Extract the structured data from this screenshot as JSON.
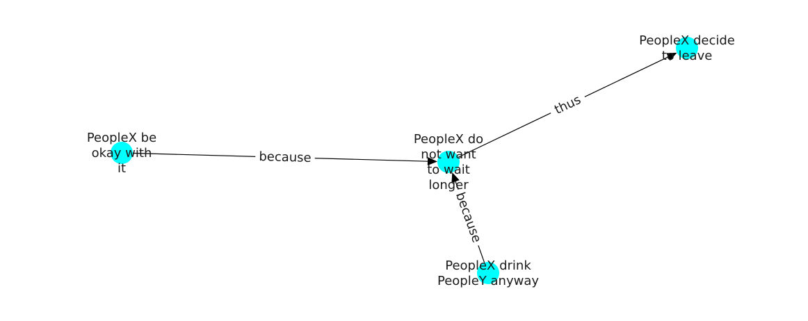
{
  "colors": {
    "node_fill": "#00ffff",
    "edge": "#000000",
    "text": "#1a1a1a"
  },
  "nodes": [
    {
      "id": "okay",
      "lines": [
        "PeopleX be",
        "okay with",
        "it"
      ]
    },
    {
      "id": "notwait",
      "lines": [
        "PeopleX do",
        "not want",
        "to wait",
        "longer"
      ]
    },
    {
      "id": "leave",
      "lines": [
        "PeopleX decide",
        "to leave"
      ]
    },
    {
      "id": "drink",
      "lines": [
        "PeopleX drink",
        "PeopleY anyway"
      ]
    }
  ],
  "edges": [
    {
      "from": "okay",
      "to": "notwait",
      "label": "because"
    },
    {
      "from": "notwait",
      "to": "leave",
      "label": "thus"
    },
    {
      "from": "drink",
      "to": "notwait",
      "label": "because"
    }
  ]
}
